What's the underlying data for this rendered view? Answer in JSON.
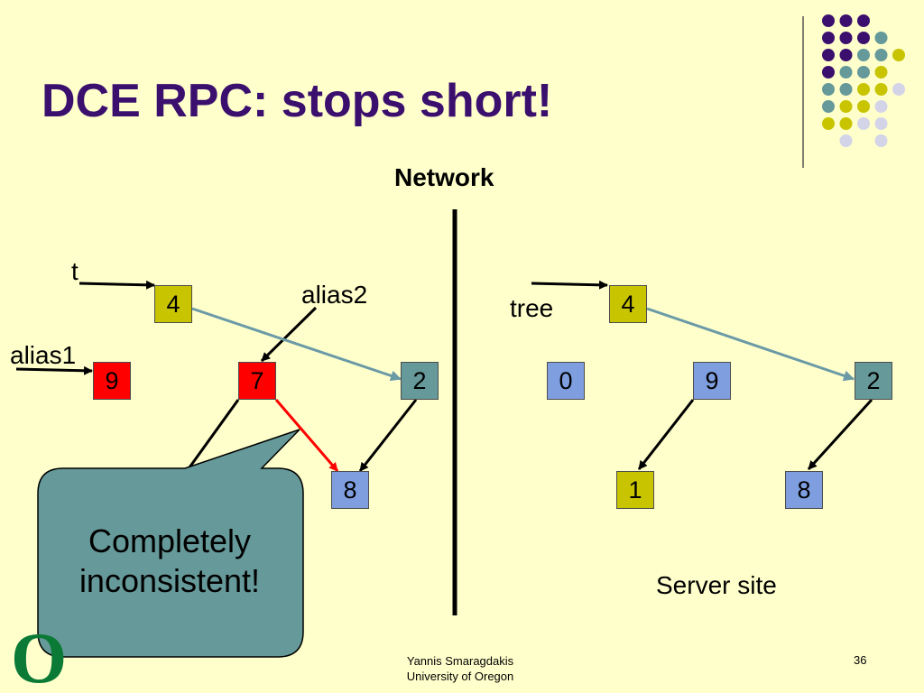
{
  "slide": {
    "title": "DCE RPC: stops short!",
    "network_label": "Network",
    "server_label": "Server site",
    "callout_text": [
      "Completely",
      "inconsistent!"
    ],
    "footer": {
      "author": "Yannis Smaragdakis",
      "affiliation": "University of Oregon"
    },
    "page_number": "36",
    "logo_letter": "O"
  },
  "client": {
    "pointers": {
      "t": "t",
      "alias1": "alias1",
      "alias2": "alias2"
    },
    "nodes": {
      "n4": "4",
      "n9": "9",
      "n7": "7",
      "n2": "2",
      "n8": "8"
    }
  },
  "server": {
    "pointers": {
      "tree": "tree"
    },
    "nodes": {
      "n4": "4",
      "n0": "0",
      "n9": "9",
      "n2": "2",
      "n1": "1",
      "n8": "8"
    }
  },
  "colors": {
    "background": "#ffffcc",
    "title": "#3b0f6e",
    "node_olive": "#c8c400",
    "node_red": "#ff0000",
    "node_teal": "#669999",
    "node_blue": "#7f9ee0",
    "callout_fill": "#669999",
    "logo_green": "#0b7a36"
  }
}
